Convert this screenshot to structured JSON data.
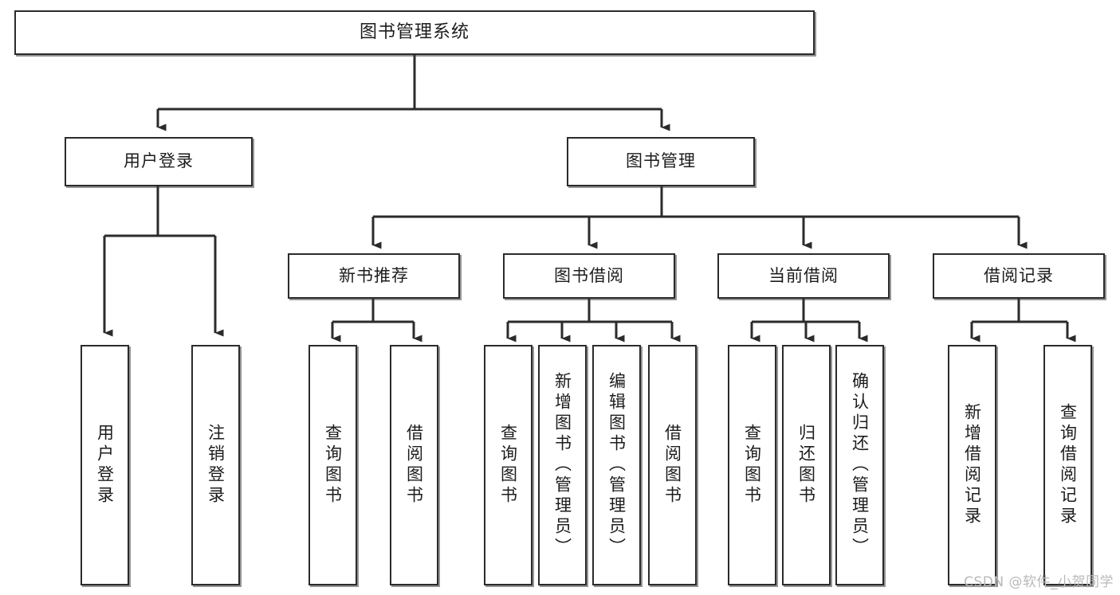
{
  "diagram": {
    "title": "图书管理系统",
    "type": "tree-hierarchy-chart",
    "root": {
      "label": "图书管理系统"
    },
    "level2": [
      {
        "label": "用户登录"
      },
      {
        "label": "图书管理"
      }
    ],
    "level3": [
      {
        "label": "新书推荐"
      },
      {
        "label": "图书借阅"
      },
      {
        "label": "当前借阅"
      },
      {
        "label": "借阅记录"
      }
    ],
    "leaves": {
      "user_login": [
        {
          "label": "用户登录"
        },
        {
          "label": "注销登录"
        }
      ],
      "new_book_recommend": [
        {
          "label": "查询图书"
        },
        {
          "label": "借阅图书"
        }
      ],
      "book_borrow": [
        {
          "label": "查询图书"
        },
        {
          "label": "新增图书（管理员）"
        },
        {
          "label": "编辑图书（管理员）"
        },
        {
          "label": "借阅图书"
        }
      ],
      "current_borrow": [
        {
          "label": "查询图书"
        },
        {
          "label": "归还图书"
        },
        {
          "label": "确认归还（管理员）"
        }
      ],
      "borrow_record": [
        {
          "label": "新增借阅记录"
        },
        {
          "label": "查询借阅记录"
        }
      ]
    }
  },
  "watermark": {
    "text": "CSDN @软件_小贺同学"
  },
  "colors": {
    "box_border": "#2b2b2b",
    "box_fill": "#ffffff",
    "connector": "#2b2b2b",
    "text": "#1c1c1c",
    "watermark": "#b9b9b9"
  }
}
